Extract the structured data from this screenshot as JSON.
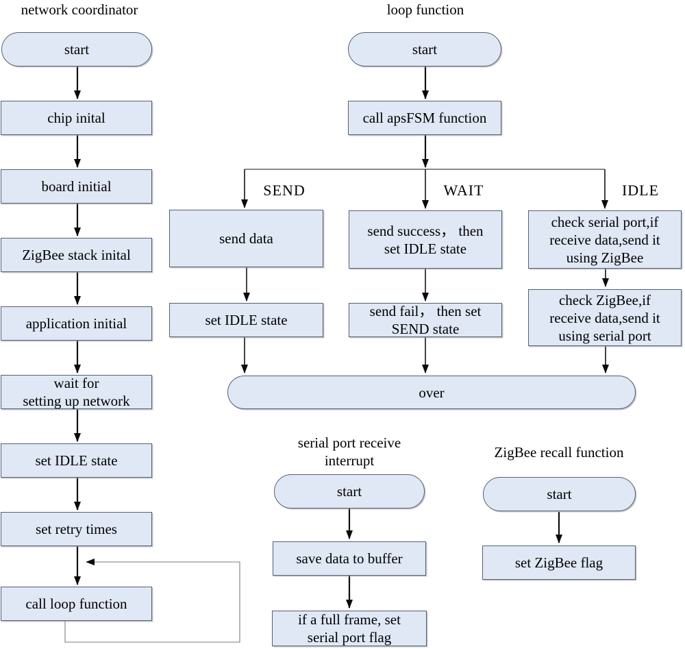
{
  "colors": {
    "node_fill": "#dfe8f4",
    "node_border": "#55606e",
    "connector": "#111111"
  },
  "flows": {
    "network_coordinator": {
      "title": "network coordinator",
      "start": "start",
      "chip_initial": "chip inital",
      "board_initial": "board initial",
      "zigbee_stack_initial": "ZigBee stack inital",
      "application_initial": "application initial",
      "wait_network": "wait for\nsetting up network",
      "set_idle_state": "set IDLE state",
      "set_retry_times": "set retry times",
      "call_loop_function": "call loop function"
    },
    "loop_function": {
      "title": "loop function",
      "start": "start",
      "call_apsfsm": "call apsFSM function",
      "branch_send_label": "SEND",
      "branch_wait_label": "WAIT",
      "branch_idle_label": "IDLE",
      "send_data": "send data",
      "send_set_idle": "set IDLE state",
      "wait_success": "send success， then\nset IDLE state",
      "wait_fail": "send fail， then set\nSEND state",
      "idle_check_serial": "check serial port,if\nreceive data,send it\nusing ZigBee",
      "idle_check_zigbee": "check ZigBee,if\nreceive data,send it\nusing serial port",
      "over": "over"
    },
    "serial_interrupt": {
      "title": "serial port receive\ninterrupt",
      "start": "start",
      "save_buffer": "save data to buffer",
      "full_frame": "if a full frame, set\nserial port flag"
    },
    "zigbee_recall": {
      "title": "ZigBee recall function",
      "start": "start",
      "set_flag": "set ZigBee flag"
    }
  }
}
